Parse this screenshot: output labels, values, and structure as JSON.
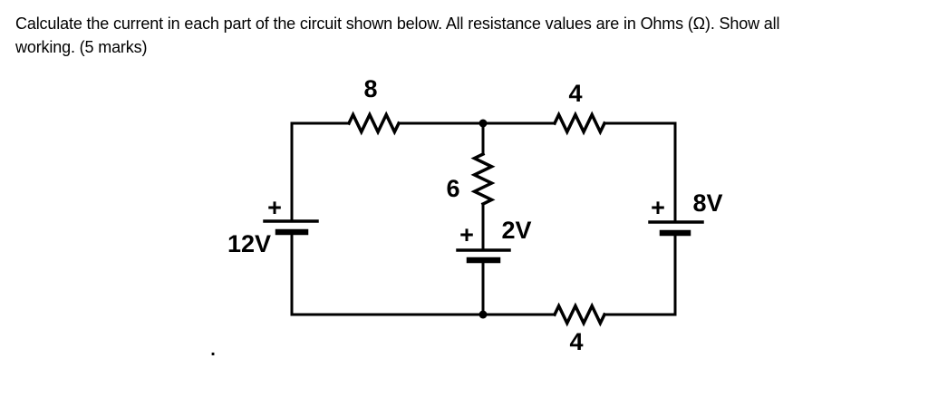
{
  "question": {
    "line1": "Calculate the current in each part of the circuit shown below. All resistance values are in Ohms (Ω). Show all",
    "line2": "working. (5 marks)"
  },
  "circuit": {
    "resistor_top_left": "8",
    "resistor_top_right": "4",
    "resistor_middle": "6",
    "resistor_bottom": "4",
    "battery_left_label": "12V",
    "battery_left_plus": "+",
    "battery_middle_label": "2V",
    "battery_middle_plus": "+",
    "battery_right_label": "8V",
    "battery_right_plus": "+",
    "stray_dot": "."
  },
  "colors": {
    "ink": "#000000",
    "background": "#ffffff"
  }
}
